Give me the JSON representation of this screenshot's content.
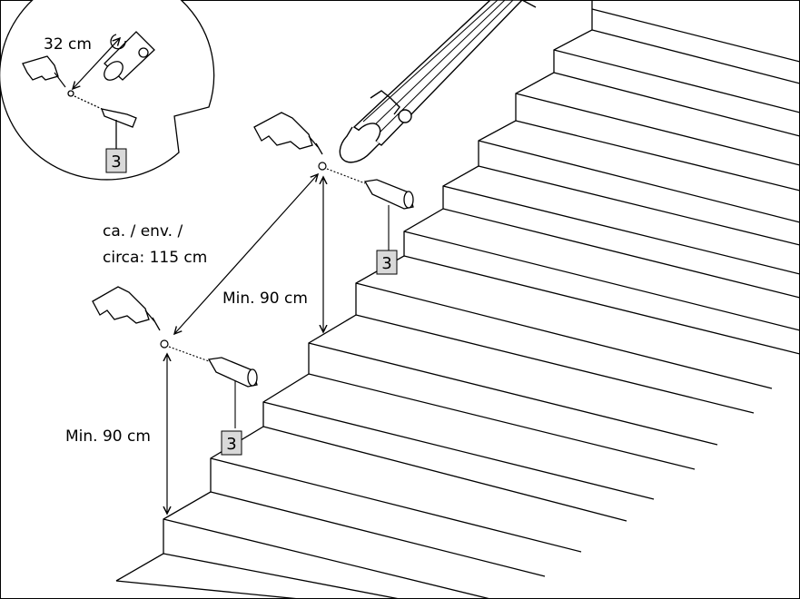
{
  "diagram": {
    "detail_distance": "32 cm",
    "bracket_spacing_line1": "ca. / env. /",
    "bracket_spacing_line2": "circa: 115 cm",
    "min_height_upper": "Min. 90 cm",
    "min_height_lower": "Min. 90 cm",
    "part_number": "3",
    "colors": {
      "line": "#000000",
      "label_box": "#d9d9d9",
      "background": "#ffffff"
    }
  }
}
